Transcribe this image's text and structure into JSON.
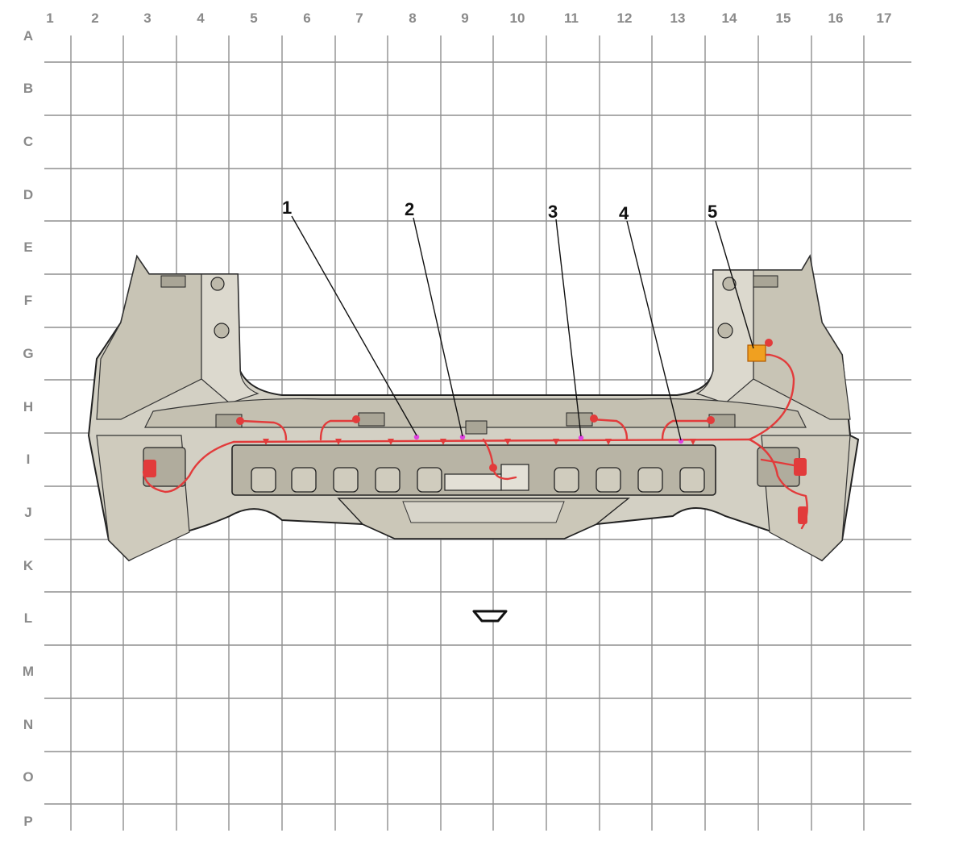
{
  "grid": {
    "columns": [
      "1",
      "2",
      "3",
      "4",
      "5",
      "6",
      "7",
      "8",
      "9",
      "10",
      "11",
      "12",
      "13",
      "14",
      "15",
      "16",
      "17"
    ],
    "rows": [
      "A",
      "B",
      "C",
      "D",
      "E",
      "F",
      "G",
      "H",
      "I",
      "J",
      "K",
      "L",
      "M",
      "N",
      "O",
      "P"
    ]
  },
  "callouts": [
    {
      "id": "1",
      "label": "1"
    },
    {
      "id": "2",
      "label": "2"
    },
    {
      "id": "3",
      "label": "3"
    },
    {
      "id": "4",
      "label": "4"
    },
    {
      "id": "5",
      "label": "5"
    }
  ],
  "colors": {
    "grid": "#8f8f8f",
    "bumper_fill": "#d3d0c4",
    "bumper_shade": "#bdb9aa",
    "bumper_outline": "#222222",
    "harness": "#e23b3b",
    "sensor_marker": "#e040e0",
    "connector": "#f0a020"
  },
  "icons": {
    "direction_arrow": "down-arrow-icon"
  }
}
